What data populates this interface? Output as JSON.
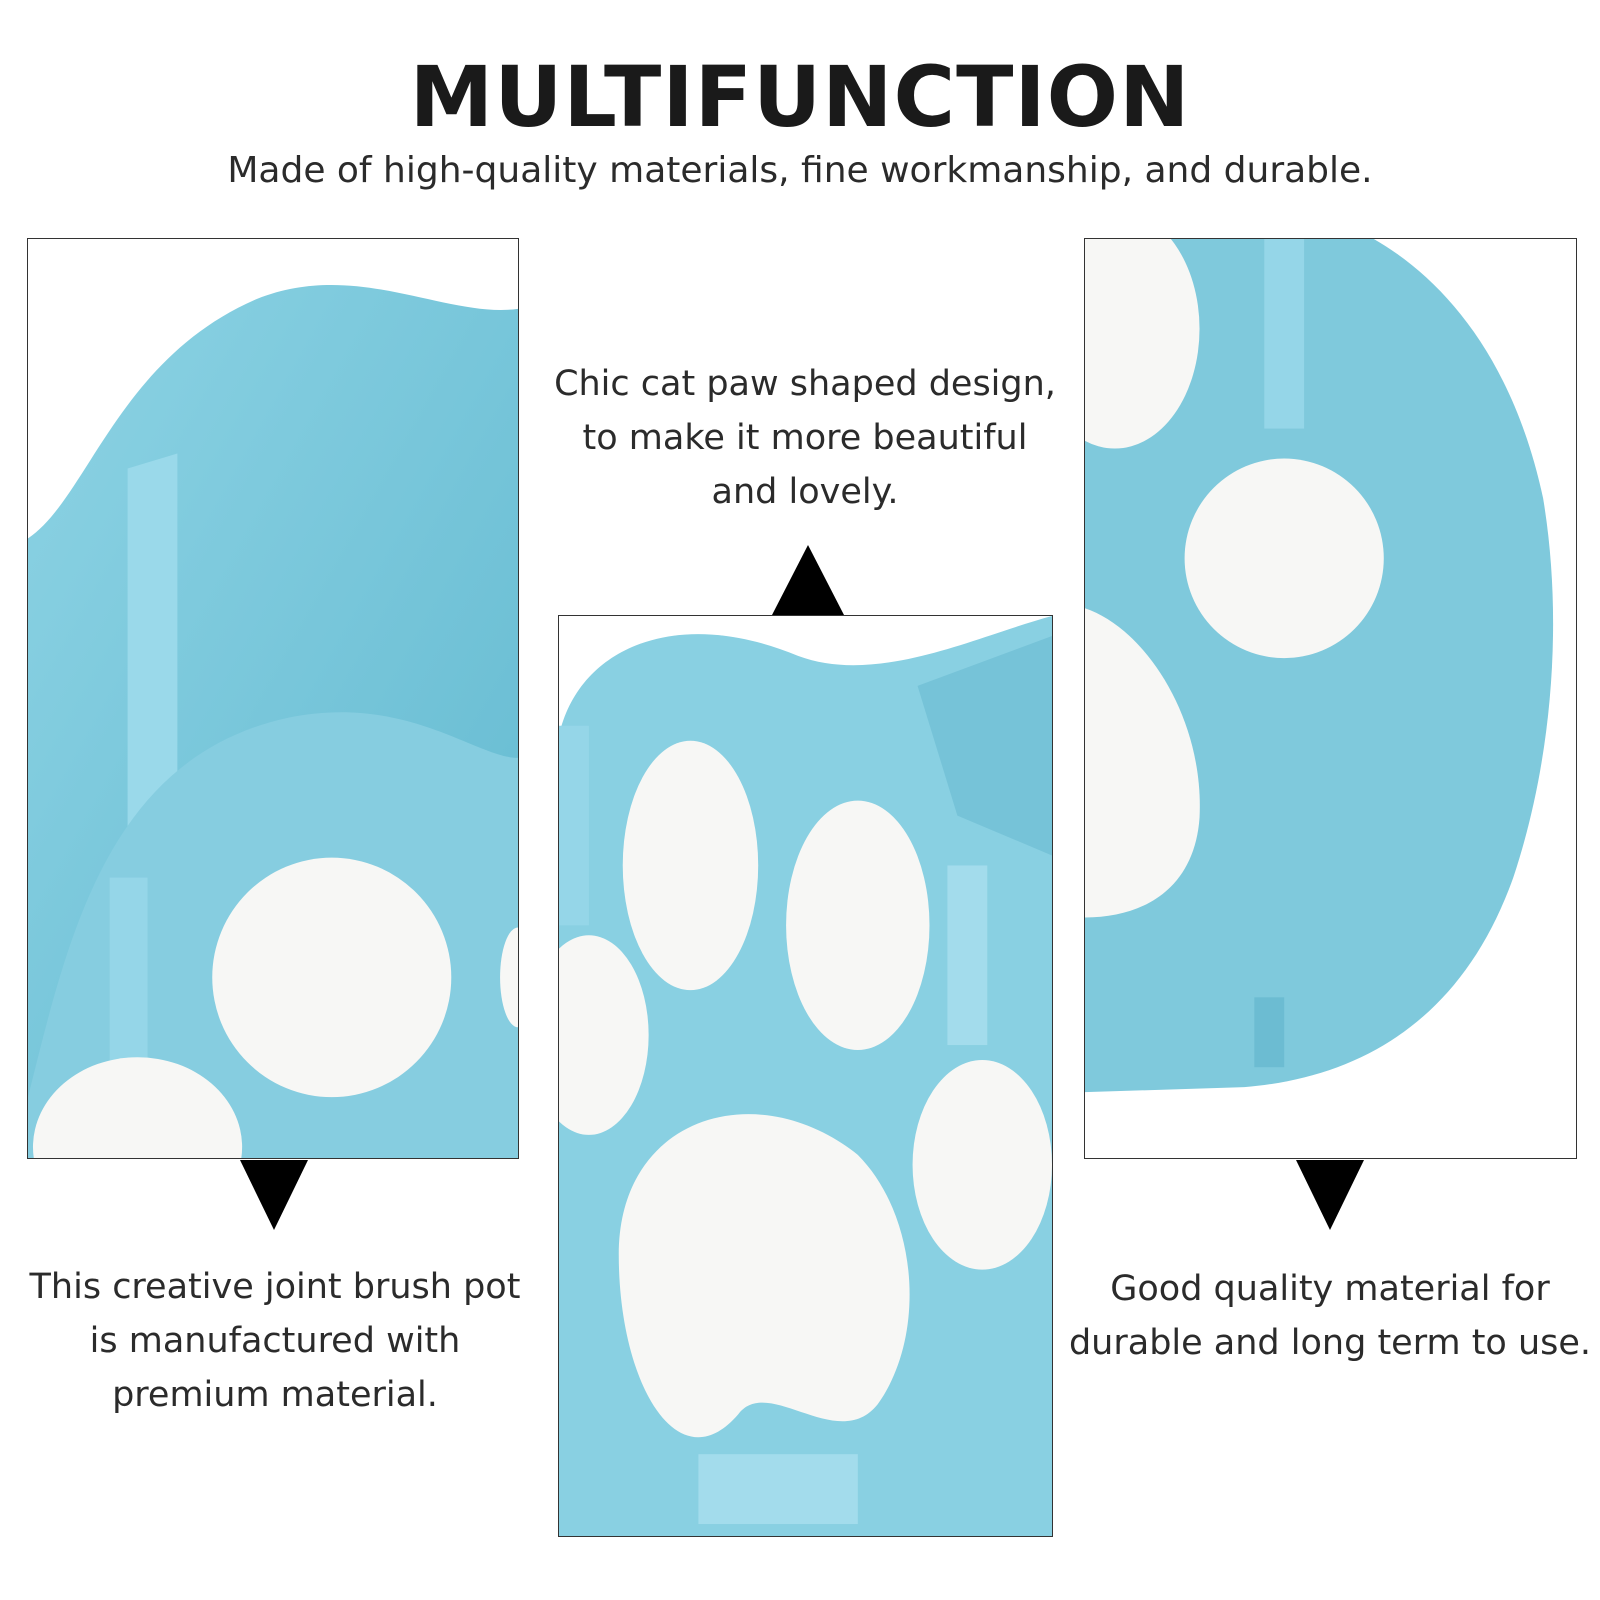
{
  "header": {
    "title": "MULTIFUNCTION",
    "subtitle": "Made of high-quality materials, fine workmanship, and durable."
  },
  "panels": {
    "left": {
      "caption": "This creative joint brush pot is manufactured with premium material."
    },
    "center": {
      "caption": "Chic cat paw shaped design, to make it more beautiful and lovely."
    },
    "right": {
      "caption": "Good quality material for durable and long term to use."
    }
  },
  "colors": {
    "product_blue": "#7fc9dc",
    "pad_white": "#f7f7f5",
    "arrow": "#000000"
  }
}
